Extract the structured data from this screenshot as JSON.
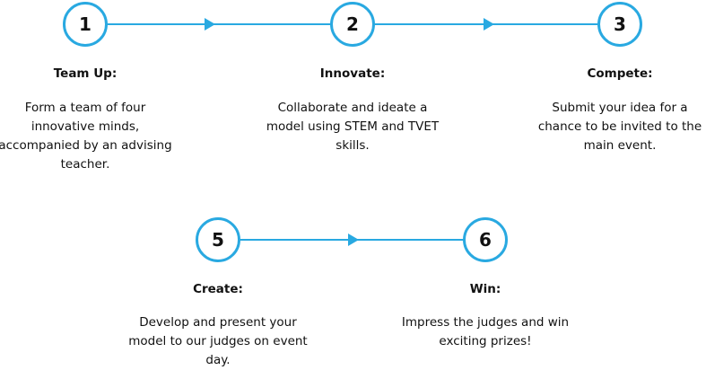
{
  "colors": {
    "accent": "#29a9e1",
    "text": "#111111",
    "background": "#ffffff"
  },
  "steps": [
    {
      "number": "1",
      "title": "Team Up:",
      "description": "Form a team of four innovative minds, accompanied by an advising teacher."
    },
    {
      "number": "2",
      "title": "Innovate:",
      "description": "Collaborate and ideate a model using STEM and TVET skills."
    },
    {
      "number": "3",
      "title": "Compete:",
      "description": "Submit your idea for a chance to be invited to the main event."
    },
    {
      "number": "5",
      "title": "Create:",
      "description": "Develop and present your model to our judges on event day."
    },
    {
      "number": "6",
      "title": "Win:",
      "description": "Impress the judges and win exciting prizes!"
    }
  ]
}
